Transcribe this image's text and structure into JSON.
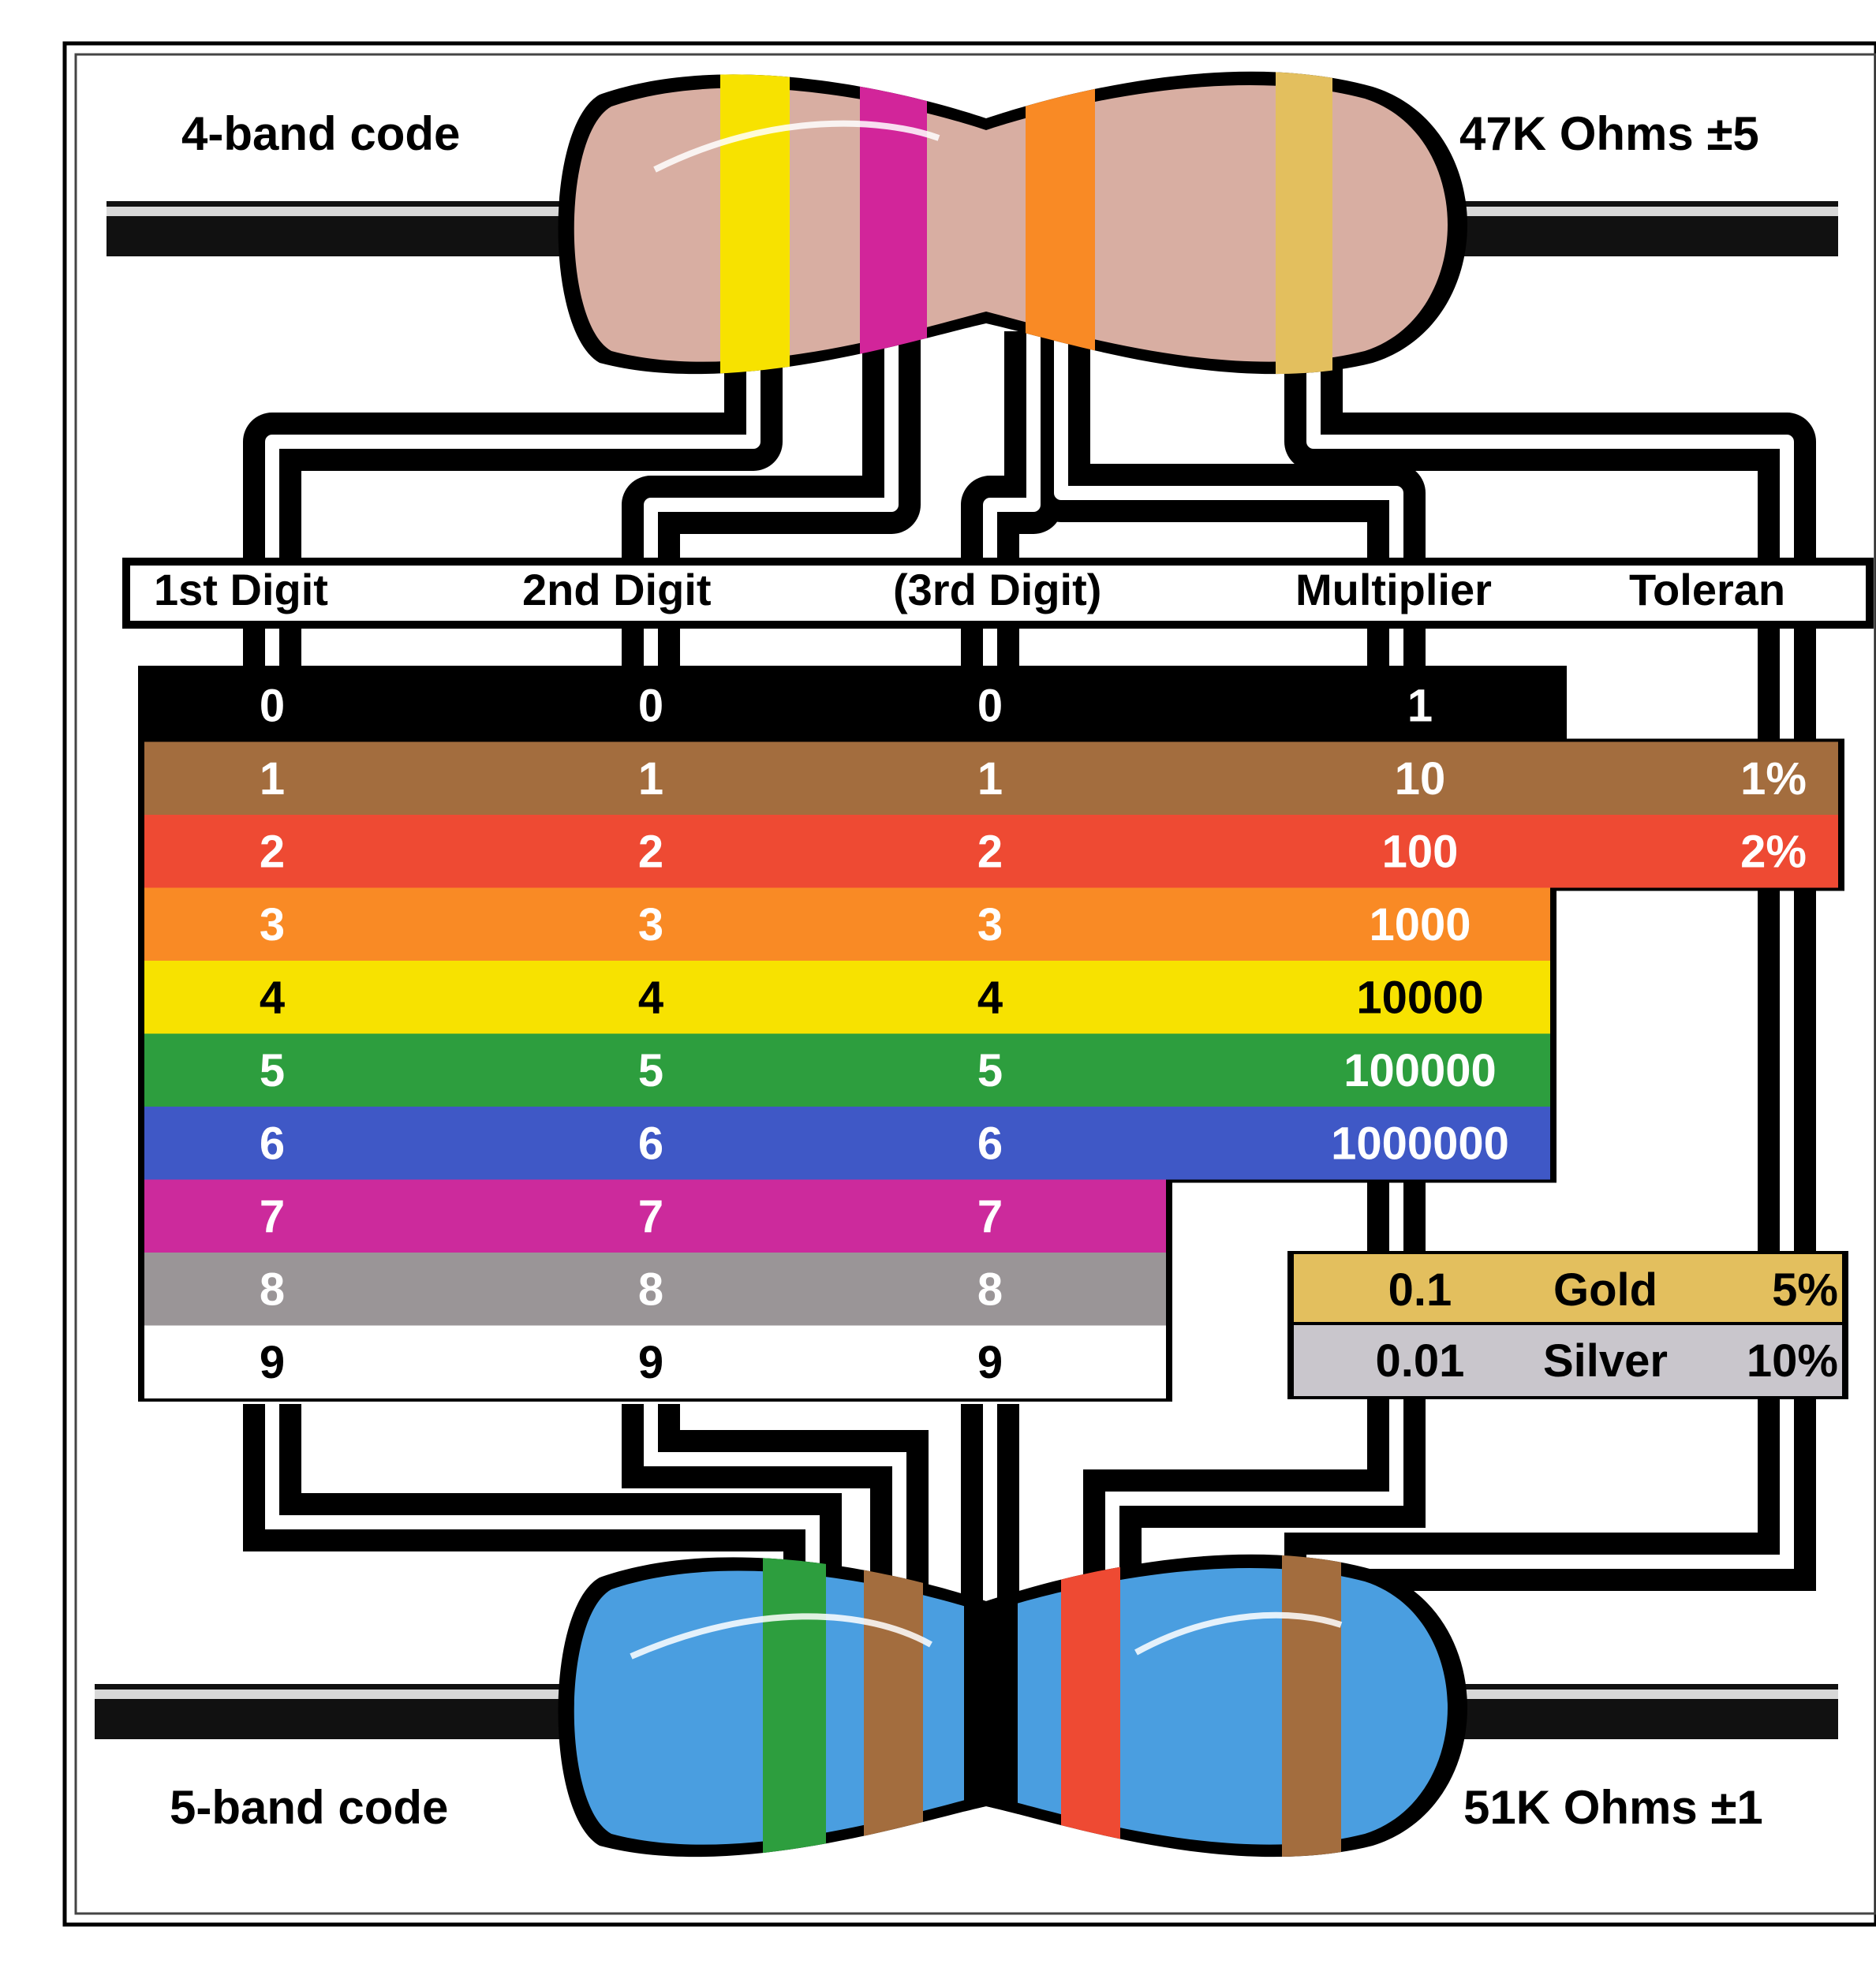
{
  "top_resistor": {
    "label": "4-band code",
    "value_text": "47K Ohms ±5",
    "body_color": "#d8aea2",
    "bands": [
      {
        "color": "yellow",
        "hex": "#f7e200"
      },
      {
        "color": "violet",
        "hex": "#d2259a"
      },
      {
        "color": "orange",
        "hex": "#f98a25"
      },
      {
        "color": "gold",
        "hex": "#e3bf5e"
      }
    ]
  },
  "header": {
    "col1": "1st Digit",
    "col2": "2nd Digit",
    "col3": "(3rd Digit)",
    "col4": "Multiplier",
    "col5": "Toleran"
  },
  "rows": [
    {
      "color": "black",
      "hex": "#000000",
      "text_hex": "#ffffff",
      "d1": "0",
      "d2": "0",
      "d3": "0",
      "mult": "1",
      "tol": ""
    },
    {
      "color": "brown",
      "hex": "#a36d3e",
      "text_hex": "#ffffff",
      "d1": "1",
      "d2": "1",
      "d3": "1",
      "mult": "10",
      "tol": "1%"
    },
    {
      "color": "red",
      "hex": "#ee4a33",
      "text_hex": "#ffffff",
      "d1": "2",
      "d2": "2",
      "d3": "2",
      "mult": "100",
      "tol": "2%"
    },
    {
      "color": "orange",
      "hex": "#f98a25",
      "text_hex": "#ffffff",
      "d1": "3",
      "d2": "3",
      "d3": "3",
      "mult": "1000",
      "tol": ""
    },
    {
      "color": "yellow",
      "hex": "#f7e200",
      "text_hex": "#000000",
      "d1": "4",
      "d2": "4",
      "d3": "4",
      "mult": "10000",
      "tol": ""
    },
    {
      "color": "green",
      "hex": "#2d9e3e",
      "text_hex": "#ffffff",
      "d1": "5",
      "d2": "5",
      "d3": "5",
      "mult": "100000",
      "tol": ""
    },
    {
      "color": "blue",
      "hex": "#3f58c6",
      "text_hex": "#ffffff",
      "d1": "6",
      "d2": "6",
      "d3": "6",
      "mult": "1000000",
      "tol": ""
    },
    {
      "color": "violet",
      "hex": "#cc2a9c",
      "text_hex": "#ffffff",
      "d1": "7",
      "d2": "7",
      "d3": "7",
      "mult": "",
      "tol": ""
    },
    {
      "color": "grey",
      "hex": "#9a9597",
      "text_hex": "#ffffff",
      "d1": "8",
      "d2": "8",
      "d3": "8",
      "mult": "",
      "tol": ""
    },
    {
      "color": "white",
      "hex": "#ffffff",
      "text_hex": "#000000",
      "d1": "9",
      "d2": "9",
      "d3": "9",
      "mult": "",
      "tol": ""
    }
  ],
  "special_rows": [
    {
      "mult": "0.1",
      "name": "Gold",
      "tol": "5%",
      "hex": "#e3bf5e"
    },
    {
      "mult": "0.01",
      "name": "Silver",
      "tol": "10%",
      "hex": "#c9c6cc"
    }
  ],
  "bottom_resistor": {
    "label": "5-band code",
    "value_text": "51K Ohms ±1",
    "body_color": "#4a9ee0",
    "bands": [
      {
        "color": "green",
        "hex": "#2d9e3e"
      },
      {
        "color": "brown",
        "hex": "#a36d3e"
      },
      {
        "color": "black",
        "hex": "#000000"
      },
      {
        "color": "red",
        "hex": "#ee4a33"
      },
      {
        "color": "brown",
        "hex": "#a36d3e"
      }
    ]
  }
}
